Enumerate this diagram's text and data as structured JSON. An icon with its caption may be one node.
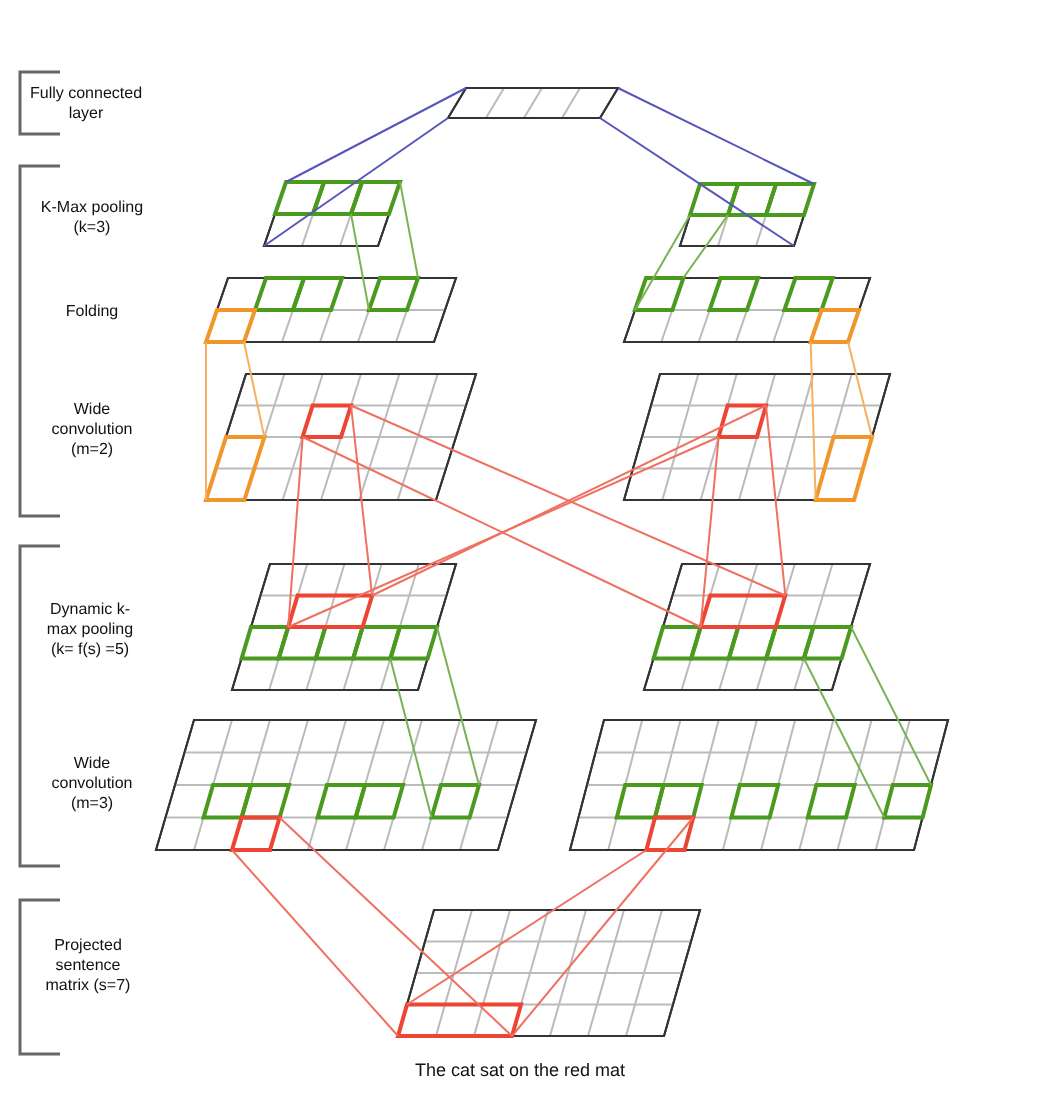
{
  "diagram": {
    "labels": [
      "Fully connected layer",
      "K-Max pooling (k=3)",
      "Folding",
      "Wide convolution (m=2)",
      "Dynamic k-max pooling (k= f(s) =5)",
      "Wide convolution (m=3)",
      "Projected sentence matrix (s=7)",
      "The cat sat on the red mat"
    ]
  }
}
